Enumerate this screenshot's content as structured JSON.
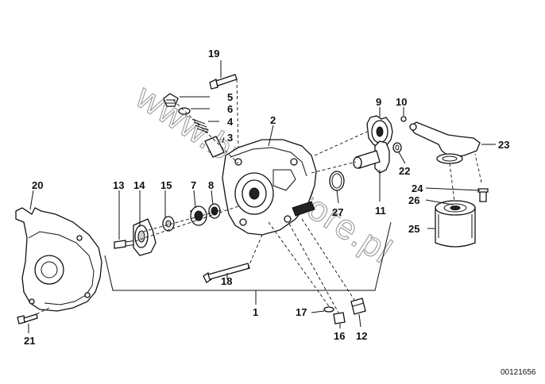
{
  "watermark": "www.bmw-store.pl",
  "drawing_number": "00121656",
  "parts": [
    {
      "id": "1"
    },
    {
      "id": "2"
    },
    {
      "id": "3"
    },
    {
      "id": "4"
    },
    {
      "id": "5"
    },
    {
      "id": "6"
    },
    {
      "id": "7"
    },
    {
      "id": "8"
    },
    {
      "id": "9"
    },
    {
      "id": "10"
    },
    {
      "id": "11"
    },
    {
      "id": "12"
    },
    {
      "id": "13"
    },
    {
      "id": "14"
    },
    {
      "id": "15"
    },
    {
      "id": "16"
    },
    {
      "id": "17"
    },
    {
      "id": "18"
    },
    {
      "id": "19"
    },
    {
      "id": "20"
    },
    {
      "id": "21"
    },
    {
      "id": "22"
    },
    {
      "id": "23"
    },
    {
      "id": "24"
    },
    {
      "id": "25"
    },
    {
      "id": "26"
    },
    {
      "id": "27"
    }
  ]
}
